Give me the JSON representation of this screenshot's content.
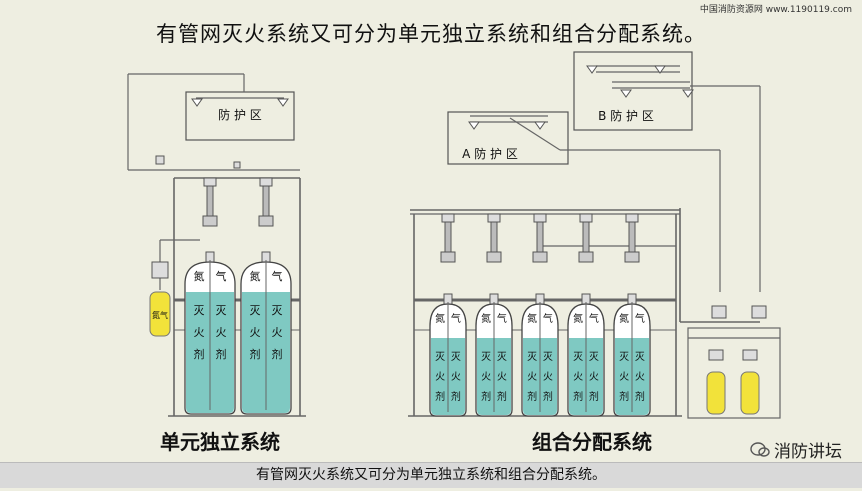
{
  "header": {
    "title": "有管网灭火系统又可分为单元独立系统和组合分配系统。",
    "site_watermark": "中国消防资源网 www.1190119.com"
  },
  "zones": {
    "left": "防 护 区",
    "a": "A 防 护 区",
    "b": "B 防 护 区"
  },
  "cylinder_text": {
    "gas_top": [
      "氮",
      "气"
    ],
    "agent_col1": [
      "灭",
      "火",
      "剂"
    ],
    "agent_col2": [
      "灭",
      "火",
      "剂"
    ]
  },
  "small_cylinder_label": "氮气",
  "systems": {
    "independent": "单元独立系统",
    "combined": "组合分配系统"
  },
  "footer": {
    "caption": "有管网灭火系统又可分为单元独立系统和组合分配系统。",
    "brand": "消防讲坛"
  },
  "colors": {
    "background": "#eeeee1",
    "agent": "#7fc9c2",
    "gas": "#ffffff",
    "pilot": "#f2e23a",
    "frame": "#777777"
  },
  "layout": {
    "left_cylinders": 2,
    "right_cylinders": 5,
    "pilot_cylinders_right": 2
  }
}
